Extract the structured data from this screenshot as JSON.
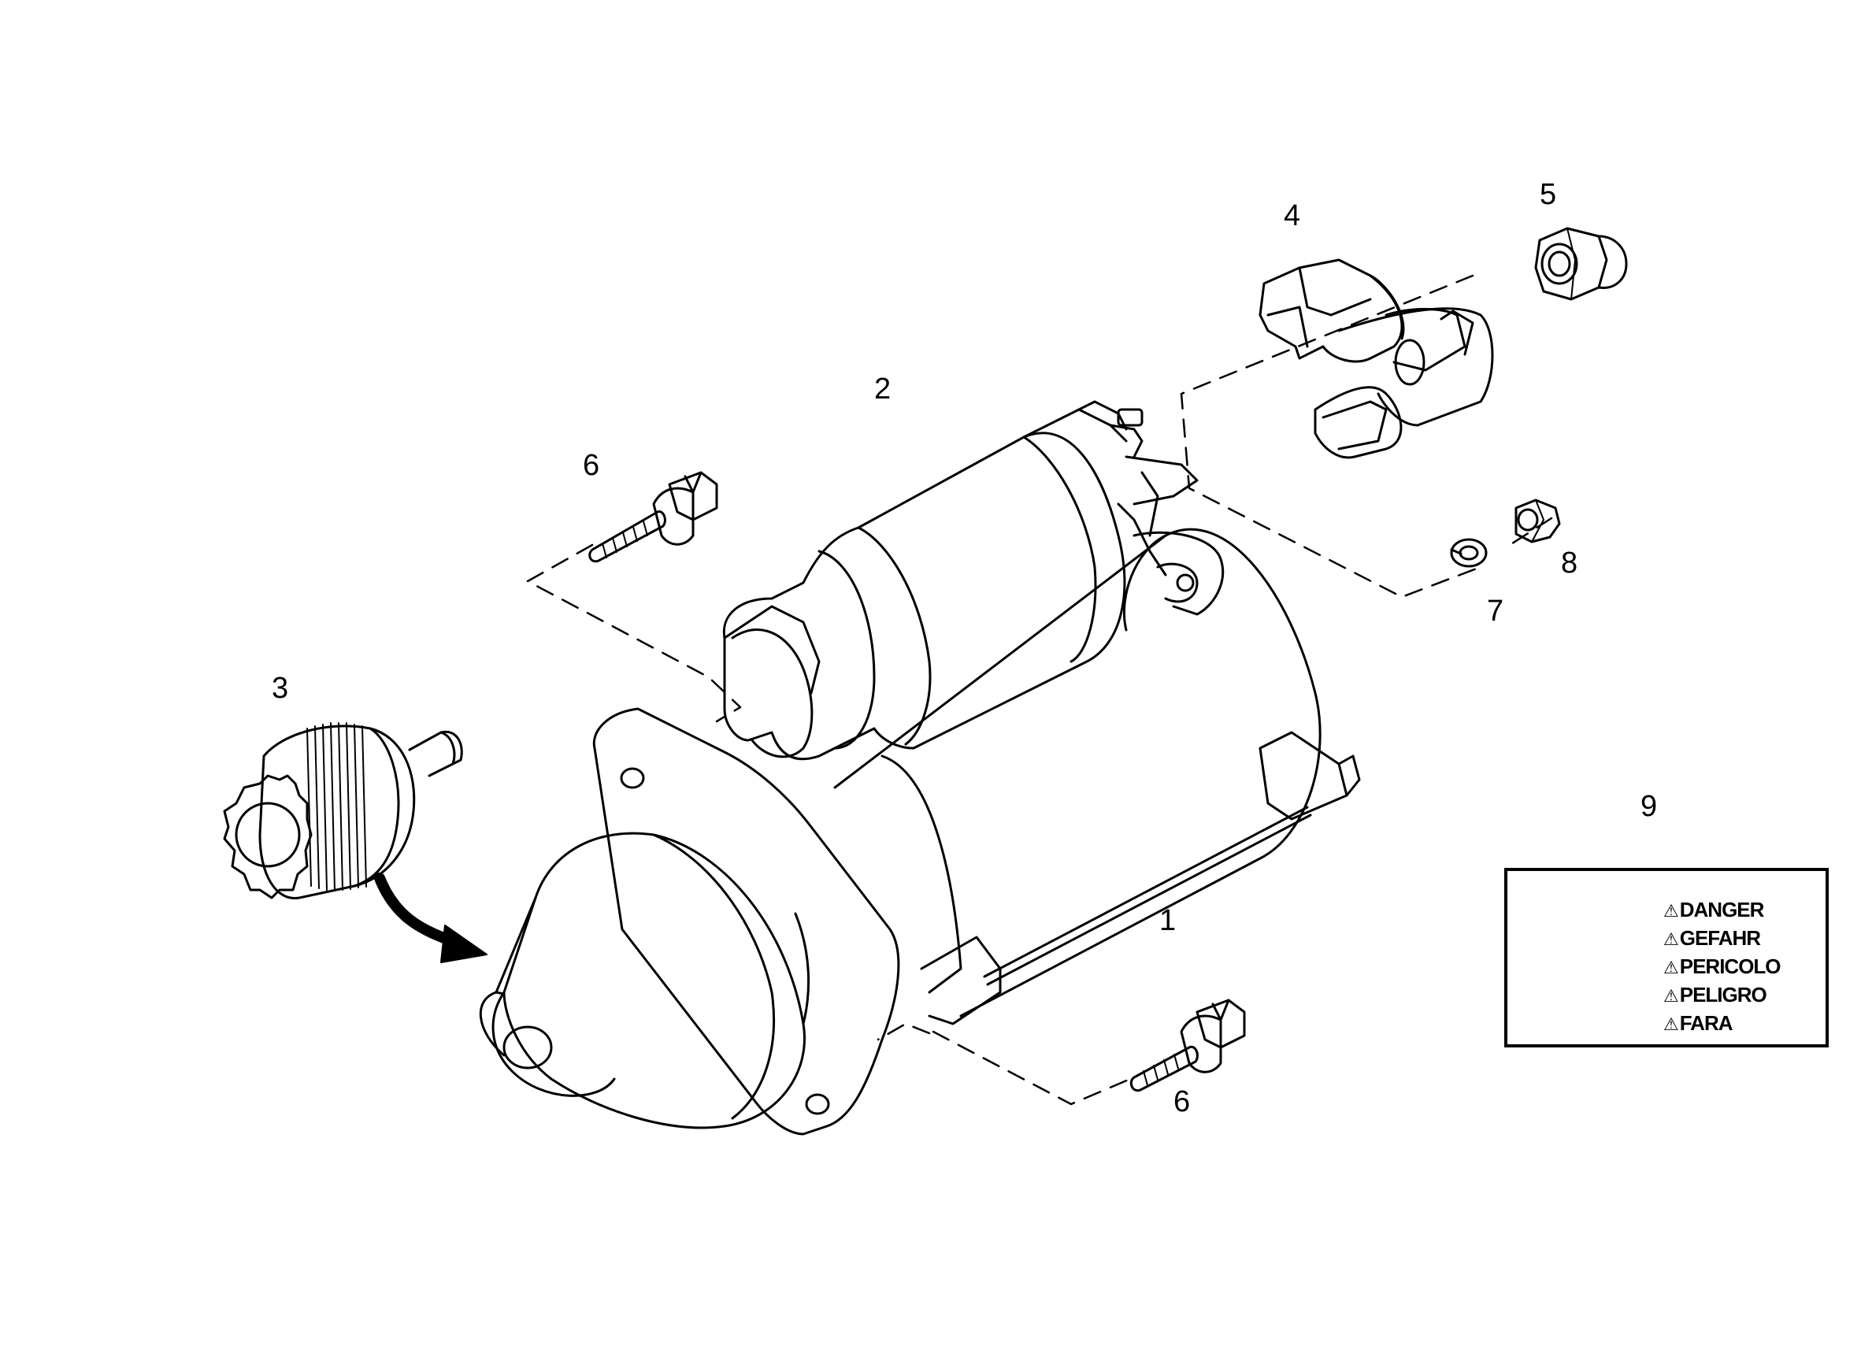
{
  "callouts": {
    "c1": "1",
    "c2": "2",
    "c3": "3",
    "c4": "4",
    "c5": "5",
    "c6a": "6",
    "c6b": "6",
    "c7": "7",
    "c8": "8",
    "c9": "9"
  },
  "warning_label": {
    "triangle_glyph": "⚠",
    "lines": [
      "DANGER",
      "GEFAHR",
      "PERICOLO",
      "PELIGRO",
      "FARA"
    ]
  },
  "colors": {
    "ink": "#000000",
    "paper": "#ffffff"
  }
}
